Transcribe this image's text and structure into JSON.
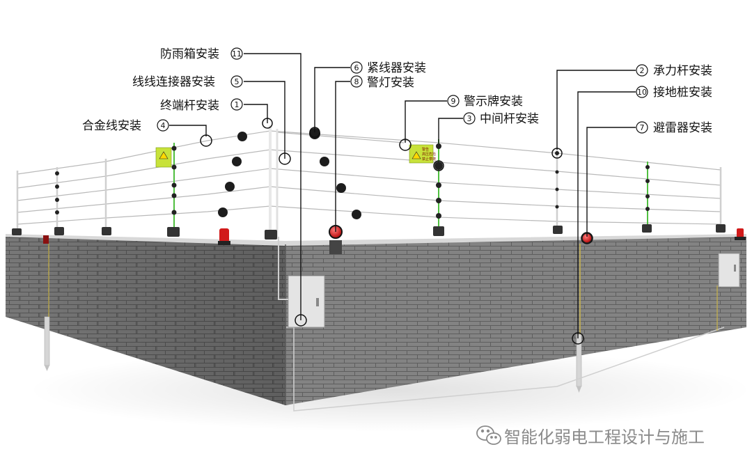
{
  "labels": [
    {
      "id": "anti-rain-box",
      "text": "防雨箱安装",
      "num": "11"
    },
    {
      "id": "wire-connector",
      "text": "线线连接器安装",
      "num": "5"
    },
    {
      "id": "terminal-pole",
      "text": "终端杆安装",
      "num": "1"
    },
    {
      "id": "alloy-wire",
      "text": "合金线安装",
      "num": "4"
    },
    {
      "id": "tensioner",
      "text": "紧线器安装",
      "num": "6"
    },
    {
      "id": "warning-light",
      "text": "警灯安装",
      "num": "8"
    },
    {
      "id": "warning-sign",
      "text": "警示牌安装",
      "num": "9"
    },
    {
      "id": "middle-pole",
      "text": "中间杆安装",
      "num": "3"
    },
    {
      "id": "bearing-pole",
      "text": "承力杆安装",
      "num": "2"
    },
    {
      "id": "ground-stake",
      "text": "接地桩安装",
      "num": "10"
    },
    {
      "id": "lightning-arrester",
      "text": "避雷器安装",
      "num": "7"
    }
  ],
  "sign_text": {
    "line1": "警告",
    "line2": "高压危险",
    "line3": "禁止攀爬"
  },
  "watermark": "智能化弱电工程设计与施工",
  "colors": {
    "wall": "#7c7c7c",
    "wall_light": "#8a8a8a",
    "mortar": "#5f5f5f",
    "sign": "#c8e23a",
    "light": "#d11a1a",
    "ground_wire": "#c8b24a"
  }
}
